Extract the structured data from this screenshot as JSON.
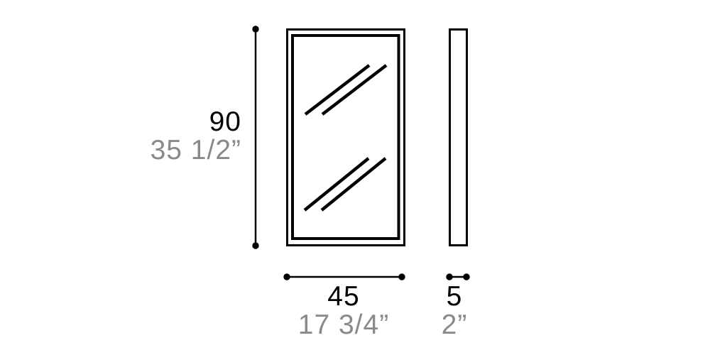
{
  "colors": {
    "primary": "#000000",
    "secondary": "#8a8a8a",
    "background": "#ffffff"
  },
  "dimensions": {
    "height": {
      "cm": "90",
      "inches": "35 1/2”"
    },
    "width": {
      "cm": "45",
      "inches": "17 3/4”"
    },
    "depth": {
      "cm": "5",
      "inches": "2”"
    }
  }
}
